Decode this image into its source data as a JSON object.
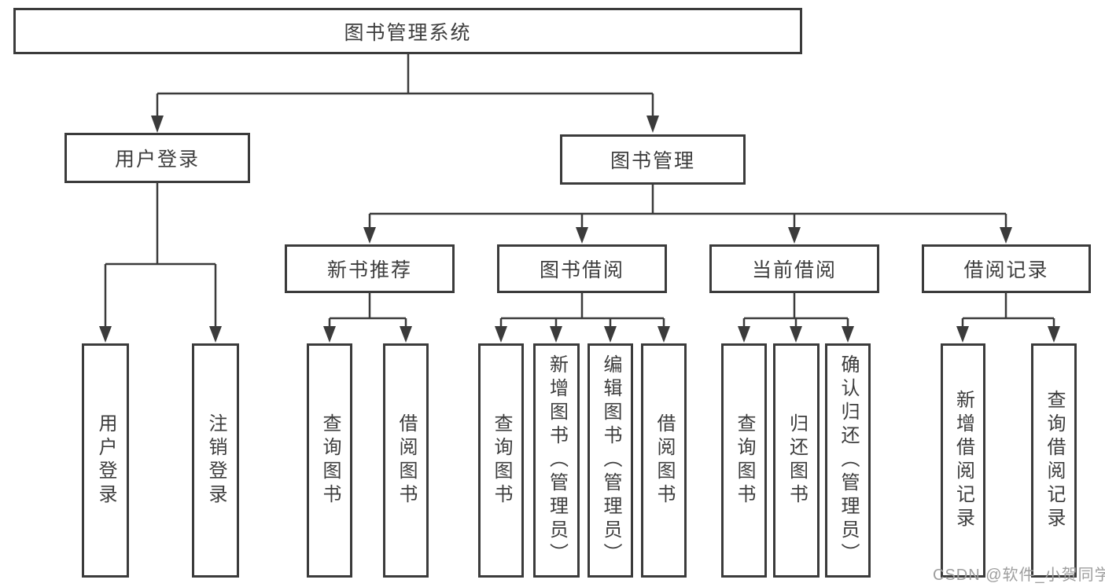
{
  "diagram": {
    "root": "图书管理系统",
    "branches": {
      "login": "用户登录",
      "management": "图书管理"
    },
    "modules": [
      "新书推荐",
      "图书借阅",
      "当前借阅",
      "借阅记录"
    ],
    "leaves": {
      "login": [
        "用户登录",
        "注销登录"
      ],
      "recommend": [
        "查询图书",
        "借阅图书"
      ],
      "borrow": [
        "查询图书",
        "新增图书（管理员）",
        "编辑图书（管理员）",
        "借阅图书"
      ],
      "current": [
        "查询图书",
        "归还图书",
        "确认归还（管理员）"
      ],
      "record": [
        "新增借阅记录",
        "查询借阅记录"
      ]
    }
  },
  "watermark": "CSDN @软件_小贺同学",
  "colors": {
    "line": "#3b3b3b",
    "text": "#3d3d3d",
    "watermark": "#9e9e9e",
    "background": "#ffffff"
  }
}
